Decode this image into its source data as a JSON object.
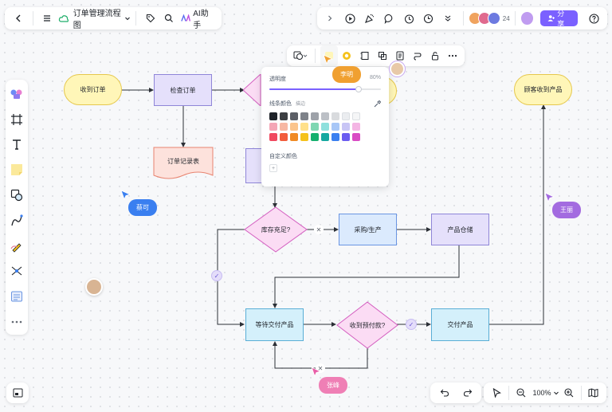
{
  "header": {
    "doc_title": "订单管理流程图",
    "ai_label": "AI助手",
    "collaborator_count": "24",
    "share_label": "分享"
  },
  "colors": {
    "accent": "#7b61ff",
    "yellow_node": "#fff6b8",
    "purple_node": "#e5e0fb",
    "blue_node": "#dbeafd",
    "cyan_node": "#d4f0fb",
    "pink_node": "#fbdcf4"
  },
  "nodes": {
    "receive_order": "收到订单",
    "check_order": "检查订单",
    "order_record": "订单记录表",
    "in_stock": "库存充足?",
    "purchase": "采购/生产",
    "warehouse": "产品仓储",
    "pending_delivery": "等待交付产品",
    "payment_received": "收到预付款?",
    "deliver": "交付产品",
    "customer_receive": "顾客收到产品"
  },
  "cursors": {
    "liming": "李明",
    "caike": "蔡可",
    "wangli": "王丽",
    "zhangfeng": "张峰"
  },
  "popup": {
    "opacity_label": "透明度",
    "opacity_value": "80%",
    "opacity_fraction": 0.8,
    "line_color_label": "线条颜色",
    "line_color_sub": "描边",
    "custom_color_label": "自定义颜色",
    "add_symbol": "+",
    "swatch_rows": [
      [
        "#1f2329",
        "#3d3f43",
        "#5c5f66",
        "#7e8289",
        "#9ea2a9",
        "#bcc0c6",
        "#d9dbde",
        "#ebedf0",
        "#f5f6f7"
      ],
      [
        "#f4a6b6",
        "#f7b7a3",
        "#fbc48c",
        "#ffe08a",
        "#7fd7b2",
        "#8ee0dd",
        "#a8c7f7",
        "#c8c5f5",
        "#f4b5e4"
      ],
      [
        "#f0485f",
        "#f25c3c",
        "#f08a24",
        "#f5c21b",
        "#15b06e",
        "#14a8a0",
        "#3a7ff0",
        "#6b5cf0",
        "#d94bc4"
      ]
    ]
  },
  "zoom": {
    "level": "100%"
  }
}
